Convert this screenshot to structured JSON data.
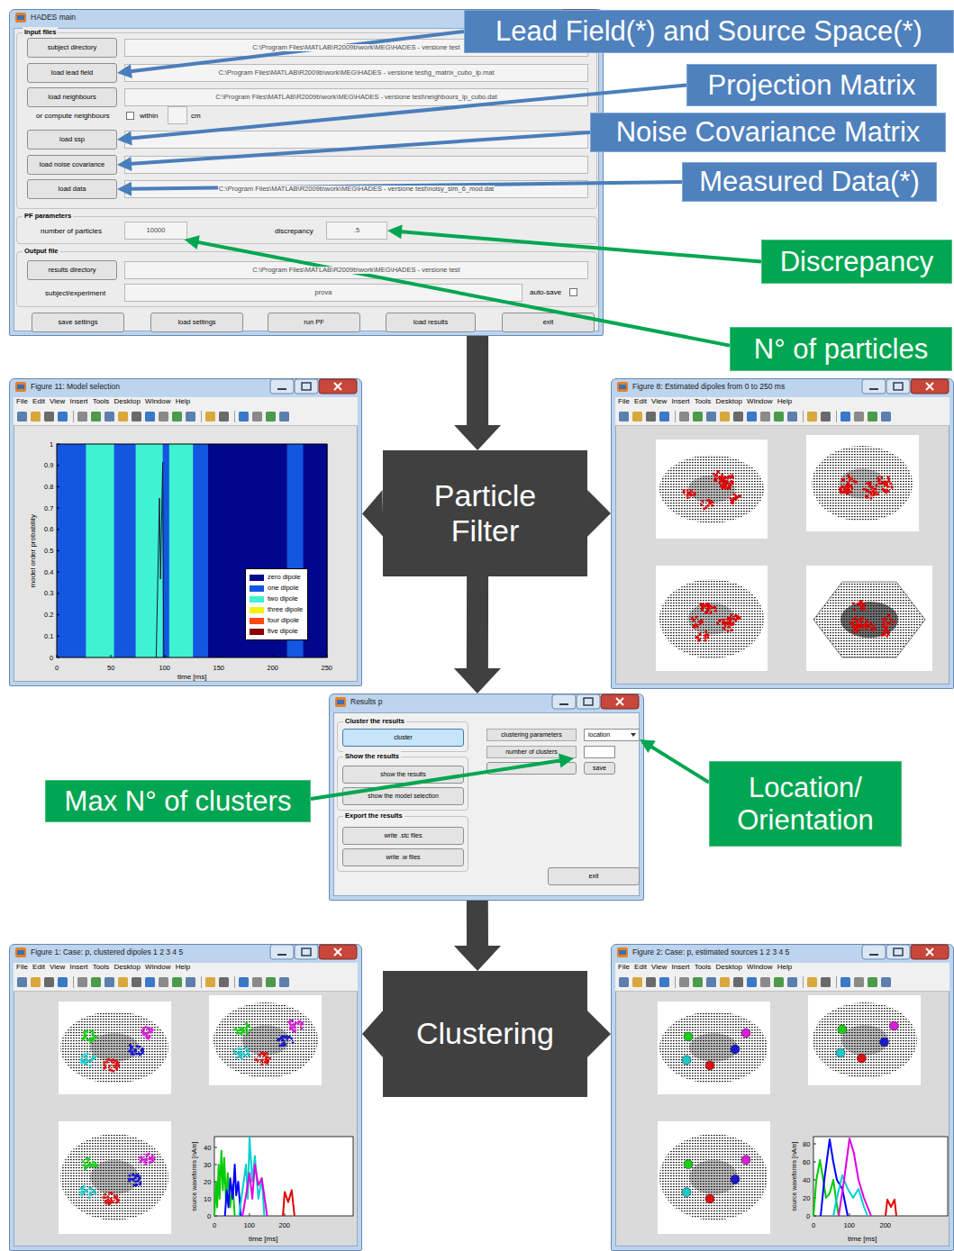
{
  "diagram": {
    "nodes": [
      {
        "text": [
          "HADES main"
        ]
      },
      {
        "text": [
          "Input files"
        ],
        "in": 0
      },
      {
        "text": [
          "subject directory"
        ],
        "in": 1
      },
      {
        "text": [
          "C:\\Program Files\\MATLAB\\R2009b\\work\\MEG\\HADES - versione test"
        ],
        "in": 1
      },
      {
        "text": [
          "load lead field"
        ],
        "in": 1
      },
      {
        "text": [
          "C:\\Program Files\\MATLAB\\R2009b\\work\\MEG\\HADES - versione test\\g_matrix_cubo_lp.mat"
        ],
        "in": 1
      },
      {
        "text": [
          "load neighbours"
        ],
        "in": 1
      },
      {
        "text": [
          "C:\\Program Files\\MATLAB\\R2009b\\work\\MEG\\HADES - versione test\\neighbours_lp_cubo.dat"
        ],
        "in": 1
      },
      {
        "text": [
          "load ssp"
        ],
        "in": 1
      },
      {
        "text": [
          "load noise covariance"
        ],
        "in": 1
      },
      {
        "text": [
          "load data"
        ],
        "in": 1
      },
      {
        "text": [
          "C:\\Program Files\\MATLAB\\R2009b\\work\\MEG\\HADES - versione test\\noisy_sim_6_mod.dat"
        ],
        "in": 1
      },
      {
        "text": [
          "PF parameters"
        ],
        "in": 0
      },
      {
        "text": [
          "10000"
        ],
        "in": 12
      },
      {
        "text": [
          ".5"
        ],
        "in": 12
      },
      {
        "text": [
          "Output file"
        ],
        "in": 0
      },
      {
        "text": [
          "results directory"
        ],
        "in": 15
      },
      {
        "text": [
          "C:\\Program Files\\MATLAB\\R2009b\\work\\MEG\\HADES - versione test"
        ],
        "in": 15
      },
      {
        "text": [
          "prova"
        ],
        "in": 15
      },
      {
        "text": [
          "save settings"
        ],
        "in": 0
      },
      {
        "text": [
          "load settings"
        ],
        "in": 0
      },
      {
        "text": [
          "run PF"
        ],
        "in": 0
      },
      {
        "text": [
          "load results"
        ],
        "in": 0
      },
      {
        "text": [
          "exit"
        ],
        "in": 0
      },
      {
        "text": [
          "Lead Field(*) and Source Space(*)"
        ]
      },
      {
        "text": [
          "Projection Matrix"
        ]
      },
      {
        "text": [
          "Noise Covariance Matrix"
        ]
      },
      {
        "text": [
          "Measured Data(*)"
        ]
      },
      {
        "text": [
          "Discrepancy"
        ]
      },
      {
        "text": [
          "N° of particles"
        ]
      },
      {
        "text": [
          "Figure 11: Model selection"
        ]
      },
      {
        "text": [
          "Particle Filter"
        ]
      },
      {
        "text": [
          "Figure 8: Estimated dipoles from 0 to 250 ms"
        ]
      },
      {
        "text": [
          "Results p"
        ]
      },
      {
        "text": [
          "Cluster the results"
        ],
        "in": 33
      },
      {
        "text": [
          "cluster"
        ],
        "in": 34
      },
      {
        "text": [
          "Show the results"
        ],
        "in": 33
      },
      {
        "text": [
          "show the results"
        ],
        "in": 36
      },
      {
        "text": [
          "show the model selection"
        ],
        "in": 36
      },
      {
        "text": [
          "Export the results"
        ],
        "in": 33
      },
      {
        "text": [
          "write .stc files"
        ],
        "in": 39
      },
      {
        "text": [
          "write .w files"
        ],
        "in": 39
      },
      {
        "text": [
          "clustering parameters"
        ],
        "in": 33
      },
      {
        "text": [
          "location"
        ],
        "in": 33
      },
      {
        "text": [
          "number of clusters"
        ],
        "in": 33
      },
      {
        "text": [
          "save"
        ],
        "in": 33
      },
      {
        "text": [
          "exit"
        ],
        "in": 33
      },
      {
        "text": [
          "Max N° of clusters"
        ]
      },
      {
        "text": [
          "Location/ Orientation"
        ]
      },
      {
        "text": [
          "Clustering"
        ]
      },
      {
        "text": [
          "Figure 1: Case: p, clustered dipoles 1 2 3 4 5"
        ]
      },
      {
        "text": [
          "Figure 2: Case: p, estimated sources 1 2 3 4 5"
        ]
      }
    ],
    "edges": [
      {
        "from": 24,
        "to": 4,
        "arrow": "to"
      },
      {
        "from": 25,
        "to": 8,
        "arrow": "to"
      },
      {
        "from": 26,
        "to": 9,
        "arrow": "to"
      },
      {
        "from": 27,
        "to": 10,
        "arrow": "to"
      },
      {
        "from": 28,
        "to": 14,
        "arrow": "to"
      },
      {
        "from": 29,
        "to": 13,
        "arrow": "to"
      },
      {
        "from": 0,
        "to": 31,
        "arrow": "to"
      },
      {
        "from": 31,
        "to": 30,
        "arrow": "to"
      },
      {
        "from": 31,
        "to": 32,
        "arrow": "to"
      },
      {
        "from": 31,
        "to": 33,
        "arrow": "to"
      },
      {
        "from": 47,
        "to": 44,
        "arrow": "to"
      },
      {
        "from": 48,
        "to": 43,
        "arrow": "to"
      },
      {
        "from": 33,
        "to": 49,
        "arrow": "to"
      },
      {
        "from": 49,
        "to": 50,
        "arrow": "to"
      },
      {
        "from": 49,
        "to": 51,
        "arrow": "to"
      }
    ],
    "labels": [
      "or compute neighbours",
      "within",
      "cm",
      "number of particles",
      "discrepancy",
      "subject/experiment",
      "auto-save",
      "File Edit View Insert Tools Desktop Window Help",
      "model order probability",
      "1",
      "0.9",
      "0.8",
      "0.7",
      "0.6",
      "0.5",
      "0.4",
      "0.3",
      "0.2",
      "0.1",
      "0",
      "0",
      "50",
      "100",
      "150",
      "200",
      "250",
      "time [ms]",
      "File Edit View Insert Tools Desktop Window Help",
      "File Edit View Insert Tools Desktop Window Help",
      "source waveforms [nAm]",
      "40",
      "30",
      "20",
      "10",
      "0",
      "0",
      "100",
      "200",
      "time [ms]",
      "File Edit View Insert Tools Desktop Window Help",
      "source waveforms [nAm]",
      "80",
      "60",
      "40",
      "20",
      "0",
      "0",
      "100",
      "200",
      "time [ms]"
    ],
    "legend": [
      {
        "text": "zero dipole",
        "color": "#00078c"
      },
      {
        "text": "one dipole",
        "color": "#1356e0"
      },
      {
        "text": "two dipole",
        "color": "#3ff2d2"
      },
      {
        "text": "three dipole",
        "color": "#f2f20c"
      },
      {
        "text": "four dipole",
        "color": "#ff4a14"
      },
      {
        "text": "five dipole",
        "color": "#8c0000"
      }
    ]
  }
}
